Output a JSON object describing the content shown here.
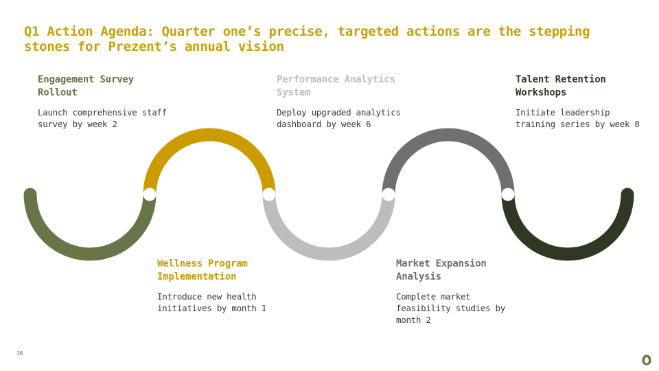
{
  "slide": {
    "title": "Q1 Action Agenda: Quarter one’s precise, targeted actions are the stepping stones for Prezent’s annual vision",
    "page_number": "18",
    "logo_icon": "prezent-logo-icon"
  },
  "colors": {
    "title": "#C9A00A",
    "olive": "#677549",
    "gold": "#CC9B00",
    "light_gray": "#BDBDBD",
    "dark_gray": "#707070",
    "dark_green": "#2F3823"
  },
  "steps": [
    {
      "title": "Engagement Survey Rollout",
      "description": "Launch comprehensive staff survey by week 2",
      "color": "#677549"
    },
    {
      "title": "Wellness Program Implementation",
      "description": "Introduce new health initiatives by month 1",
      "color": "#CC9B00"
    },
    {
      "title": "Performance Analytics System",
      "description": "Deploy upgraded analytics dashboard by week 6",
      "color": "#BDBDBD"
    },
    {
      "title": "Market Expansion Analysis",
      "description": "Complete market feasibility studies by month 2",
      "color": "#707070"
    },
    {
      "title": "Talent Retention Workshops",
      "description": "Initiate leadership training series by week 8",
      "color": "#2F3823"
    }
  ]
}
